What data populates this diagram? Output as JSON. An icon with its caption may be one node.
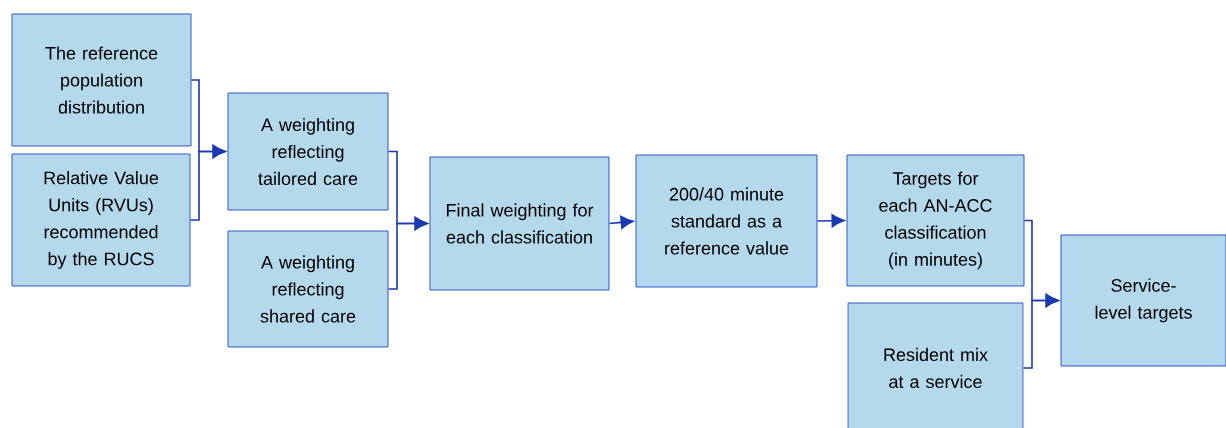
{
  "diagram": {
    "nodes": [
      {
        "text": [
          "The reference population distribution"
        ]
      },
      {
        "text": [
          "Relative Value Units (RVUs) recommended by the RUCS"
        ]
      },
      {
        "text": [
          "A weighting reflecting tailored care"
        ]
      },
      {
        "text": [
          "A weighting reflecting shared care"
        ]
      },
      {
        "text": [
          "Final weighting for each classification"
        ]
      },
      {
        "text": [
          "200/40 minute standard as a reference value"
        ]
      },
      {
        "text": [
          "Targets for each AN-ACC classification (in minutes)"
        ]
      },
      {
        "text": [
          "Resident mix at a service"
        ]
      },
      {
        "text": [
          "Service-level targets"
        ]
      }
    ],
    "edges": [
      {
        "from": 0,
        "to": 2,
        "arrow": "to"
      },
      {
        "from": 1,
        "to": 2,
        "arrow": "to"
      },
      {
        "from": 2,
        "to": 4,
        "arrow": "to"
      },
      {
        "from": 3,
        "to": 4,
        "arrow": "to"
      },
      {
        "from": 4,
        "to": 5,
        "arrow": "to"
      },
      {
        "from": 5,
        "to": 6,
        "arrow": "to"
      },
      {
        "from": 6,
        "to": 8,
        "arrow": "to"
      },
      {
        "from": 7,
        "to": 8,
        "arrow": "to"
      }
    ]
  }
}
